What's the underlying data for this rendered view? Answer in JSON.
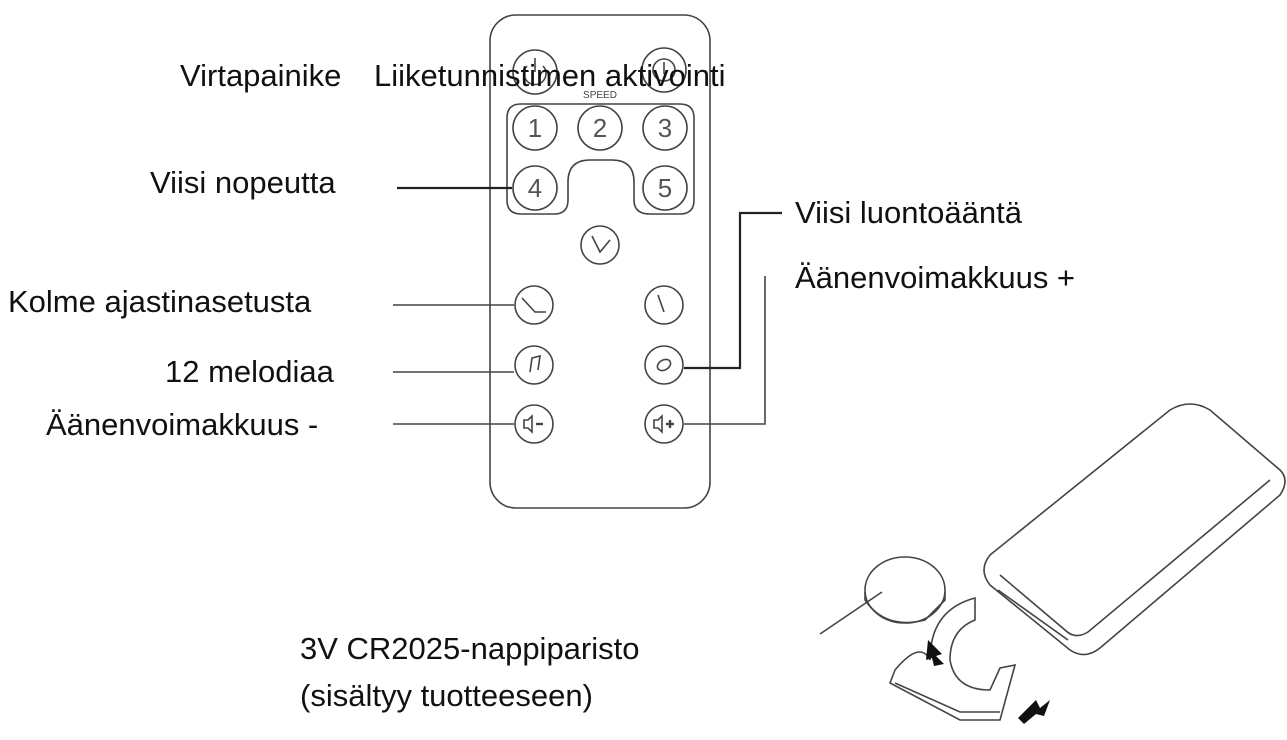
{
  "labels": {
    "power": "Virtapainike",
    "motion": "Liiketunnistimen aktivointi",
    "speeds": "Viisi nopeutta",
    "nature": "Viisi luontoääntä",
    "vol_up": "Äänenvoimakkuus +",
    "timers": "Kolme ajastinasetusta",
    "melodies": "12 melodiaa",
    "vol_down": "Äänenvoimakkuus -",
    "battery_line1": "3V CR2025-nappiparisto",
    "battery_line2": "(sisältyy tuotteeseen)"
  },
  "remote": {
    "speed_label": "SPEED",
    "speed_keys": [
      "1",
      "2",
      "3",
      "4",
      "5"
    ]
  }
}
